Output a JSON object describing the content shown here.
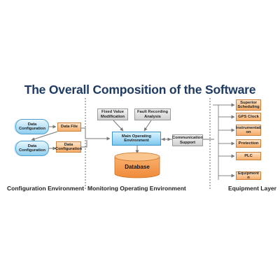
{
  "title": "The Overall Composition of the Software",
  "config": {
    "data_config_1": "Data Configuration",
    "data_config_2": "Data Configuration",
    "data_file": "Data File",
    "data_configuration": "Data Configuration"
  },
  "monitoring": {
    "fixed_value": "Fixed Value Modification",
    "fault_recording": "Fault Recording Analysis",
    "main_env": "Main Operating Environment",
    "comm_support": "Communication Support",
    "database": "Database"
  },
  "equipment": {
    "items": [
      "Superior Scheduling",
      "GPS Clock",
      "Instrumentati on",
      "Protection",
      "PLC",
      "Equipment n"
    ]
  },
  "sections": {
    "config_env": "Configuration Environment",
    "monitoring_env": "Monitoring Operating Environment",
    "equipment_layer": "Equipment Layer"
  }
}
